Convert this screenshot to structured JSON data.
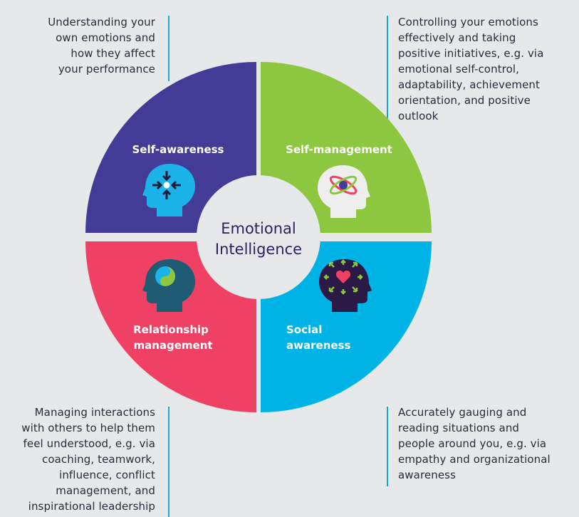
{
  "colors": {
    "self_awareness": "#433b95",
    "self_management": "#8dc63f",
    "relationship_management": "#ef4163",
    "social_awareness": "#00b3e6",
    "accent_rule": "#16a9d8",
    "center_text": "#2e1f5e"
  },
  "center": {
    "line1": "Emotional",
    "line2": "Intelligence"
  },
  "quadrants": {
    "self_awareness": {
      "label": "Self-awareness",
      "icon": "head-focus-icon"
    },
    "self_management": {
      "label": "Self-management",
      "icon": "head-atom-icon"
    },
    "relationship_management": {
      "label_line1": "Relationship",
      "label_line2": "management",
      "icon": "head-yin-yang-icon"
    },
    "social_awareness": {
      "label_line1": "Social",
      "label_line2": "awareness",
      "icon": "head-heart-icon"
    }
  },
  "callouts": {
    "self_awareness": [
      "Understanding your",
      "own emotions and",
      "how they affect",
      "your performance"
    ],
    "self_management": [
      "Controlling your emotions",
      "effectively and taking",
      "positive initiatives, e.g. via",
      "emotional self-control,",
      "adaptability, achievement",
      "orientation, and positive",
      "outlook"
    ],
    "relationship_management": [
      "Managing interactions",
      "with others to help them",
      "feel understood, e.g. via",
      "coaching, teamwork,",
      "influence, conflict",
      "management, and",
      "inspirational leadership"
    ],
    "social_awareness": [
      "Accurately gauging and",
      "reading situations and",
      "people around you, e.g. via",
      "empathy and organizational",
      "awareness"
    ]
  }
}
